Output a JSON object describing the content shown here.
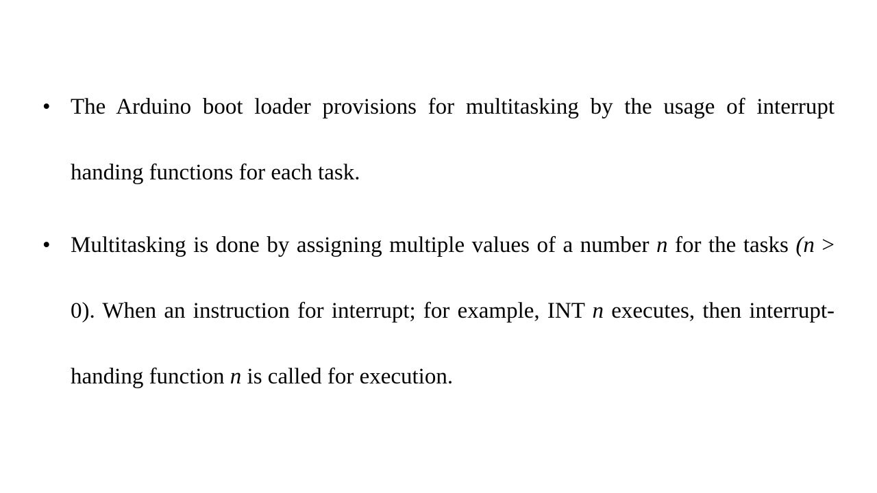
{
  "bullets": [
    {
      "glyph": "•",
      "text": "The Arduino boot loader provisions for multitasking by the usage of interrupt handing functions for each task."
    },
    {
      "glyph": "•",
      "segments": [
        {
          "text": "Multitasking is done by assigning multiple values of a number ",
          "italic": false
        },
        {
          "text": "n",
          "italic": true
        },
        {
          "text": " for the tasks ",
          "italic": false
        },
        {
          "text": "(n",
          "italic": true
        },
        {
          "text": " > 0). When an instruction for interrupt; for example, INT ",
          "italic": false
        },
        {
          "text": "n",
          "italic": true
        },
        {
          "text": " executes, then interrupt-handing function ",
          "italic": false
        },
        {
          "text": "n",
          "italic": true
        },
        {
          "text": " is called for execution.",
          "italic": false
        }
      ]
    }
  ]
}
